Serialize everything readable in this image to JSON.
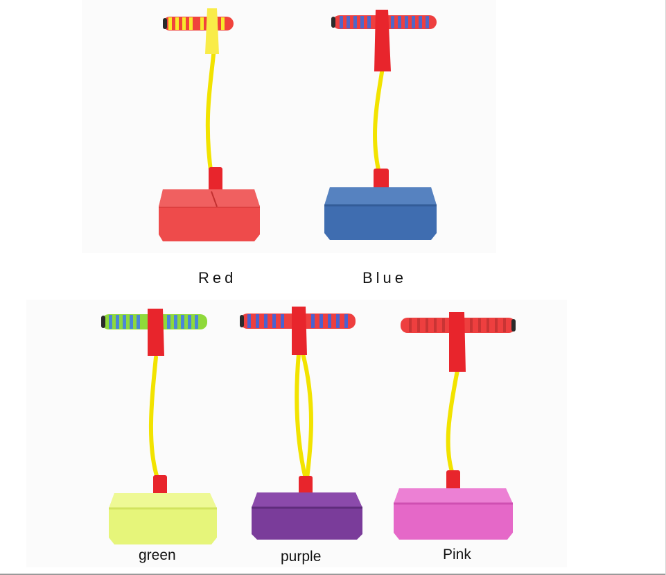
{
  "products": [
    {
      "label": "Red",
      "base_color": "#ee4b4b",
      "base_shade": "#d63a3a",
      "grip_color": "#f5e32a"
    },
    {
      "label": "Blue",
      "base_color": "#3f6db0",
      "base_shade": "#335c98",
      "grip_color": "#4f67c9"
    },
    {
      "label": "green",
      "base_color": "#e6f57a",
      "base_shade": "#d2e35e",
      "grip_color": "#4a86d8"
    },
    {
      "label": "purple",
      "base_color": "#7a3c9a",
      "base_shade": "#5f2c7c",
      "grip_color": "#4a62d0"
    },
    {
      "label": "Pink",
      "base_color": "#e568c8",
      "base_shade": "#cf4fb2",
      "grip_color": "#e34747"
    }
  ]
}
